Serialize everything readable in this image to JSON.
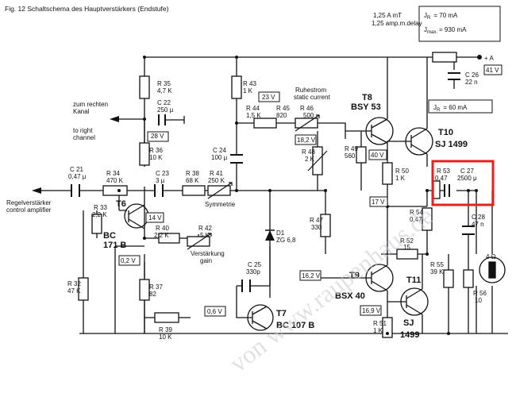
{
  "title": "Fig. 12   Schaltschema des Hauptverstärkers (Endstufe)",
  "fuse": {
    "rating": "1,25 A  mT",
    "desc": "1,25 amp.m.delay"
  },
  "current_box": {
    "jr": "J",
    "jr_sub": "R",
    "jr_val": "= 70 mA",
    "jmax": "J",
    "jmax_sub": "max.",
    "jmax_val": "= 930 mA"
  },
  "supply": {
    "label": "+ A"
  },
  "watermark": "von www.raupenhaus.de",
  "left_text": {
    "kanal_de": "zum rechten",
    "kanal_de2": "Kanal",
    "kanal_en": "to right",
    "kanal_en2": "channel",
    "regel_de": "Regelverstärker",
    "regel_en": "control amplifier"
  },
  "components": {
    "r35": "R 35",
    "r35v": "4,7 K",
    "r43": "R 43",
    "r43v": "1 K",
    "c22": "C 22",
    "c22v": "250 μ",
    "r36": "R 36",
    "r36v": "10 K",
    "r44": "R 44",
    "r44v": "1,5 K",
    "r45": "R 45",
    "r45v": "820",
    "r46": "R 46",
    "r46v": "500",
    "ruhe_de": "Ruhestrom",
    "ruhe_en": "static current",
    "c24": "C 24",
    "c24v": "100 μ",
    "r38": "R 38",
    "r38v": "68 K",
    "r41": "R 41",
    "r41v": "250 K",
    "symmetrie": "Symmetrie",
    "r48": "R 48",
    "r48v": "2 K",
    "r49": "R 49",
    "r49v": "560",
    "r50": "R 50",
    "r50v": "1 K",
    "c21": "C 21",
    "c21v": "0,47 μ",
    "r34": "R 34",
    "r34v": "470 K",
    "r33": "R 33",
    "r33v": "2,2 K",
    "c23": "C 23",
    "c23v": "3 μ",
    "t6": "T6",
    "t6a": "BC",
    "t6b": "171 B",
    "r40": "R 40",
    "r40v": "2,2 K",
    "r42": "R 42",
    "r42v": "5 K",
    "verst_de": "Verstärkung",
    "verst_en": "gain",
    "d1": "D1",
    "d1v": "ZG 6,8",
    "r47": "R 47",
    "r47v": "330",
    "r32": "R 32",
    "r32v": "47 K",
    "r37": "R 37",
    "r37v": "82",
    "r39": "R 39",
    "r39v": "10 K",
    "c25": "C 25",
    "c25v": "330p",
    "t7": "T7",
    "t7v": "BC 107 B",
    "t8": "T8",
    "t8v": "BSY 53",
    "t9": "T9",
    "t9v": "BSX 40",
    "t10": "T10",
    "t10v": "SJ 1499",
    "t11": "T11",
    "t11a": "SJ",
    "t11b": "1499",
    "r51": "R 51",
    "r51v": "1 K",
    "r52": "R 52",
    "r52v": "15",
    "r53": "R 53",
    "r53v": "0,47",
    "c27": "C 27",
    "c27v": "2500 μ",
    "r54": "R 54",
    "r54v": "0,47",
    "r55": "R 55",
    "r55v": "39 K",
    "r56": "R 56",
    "r56v": "10",
    "c26": "C 26",
    "c26v": "22 n",
    "c28": "C 28",
    "c28v": "47 n",
    "spk": "4 Ω",
    "jr60": "J",
    "jr60_sub": "R",
    "jr60_val": "= 60 mA"
  },
  "voltages": {
    "v28": "28 V",
    "v23": "23 V",
    "v18": "18,2 V",
    "v40": "40 V",
    "v41": "41 V",
    "v17": "17 V",
    "v14": "14 V",
    "v02": "0,2 V",
    "v06": "0,6 V",
    "v162": "16,2 V",
    "v169": "16,9 V"
  },
  "highlight": {
    "color": "#e8201c"
  }
}
